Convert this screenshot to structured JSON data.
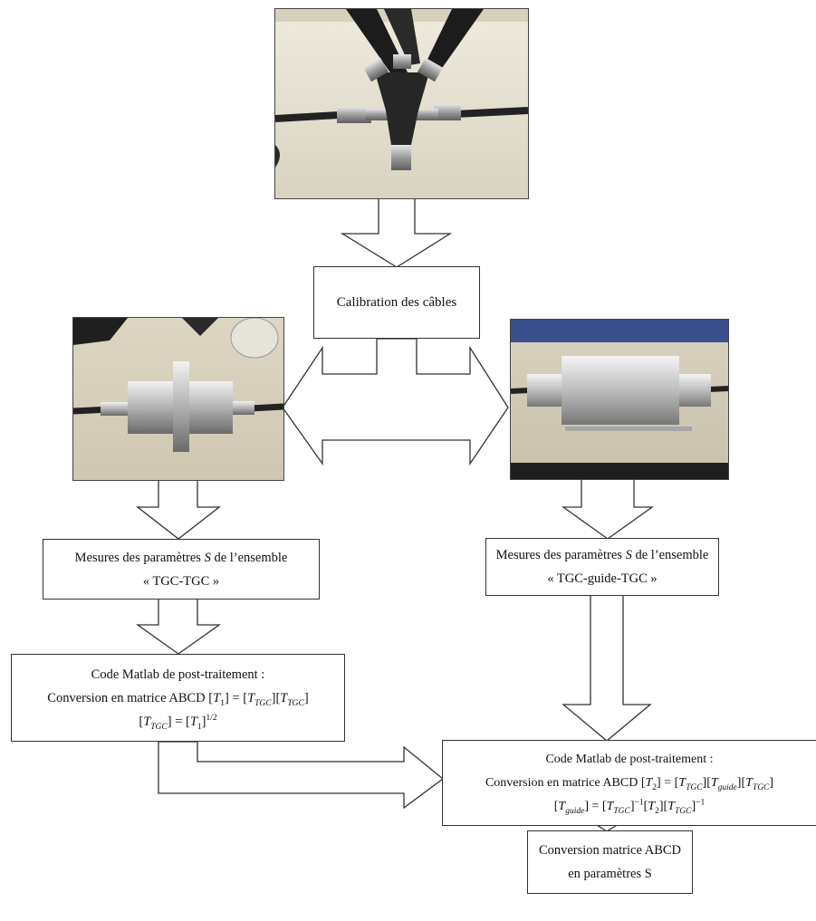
{
  "photos": {
    "calibration_kit": "calibration-kit-photo",
    "tgc_tgc_assembly": "tgc-tgc-assembly-photo",
    "tgc_guide_tgc_assembly": "tgc-guide-tgc-assembly-photo"
  },
  "calibration": {
    "label": "Calibration des câbles"
  },
  "measure_left": {
    "line1_pre": "Mesures des paramètres ",
    "line1_sym": "S",
    "line1_post": " de l’ensemble",
    "line2": "« TGC-TGC »"
  },
  "measure_right": {
    "line1_pre": "Mesures des paramètres ",
    "line1_sym": "S",
    "line1_post": " de l’ensemble",
    "line2": "« TGC-guide-TGC »"
  },
  "post_left": {
    "title": "Code Matlab de post-traitement :",
    "conv_text": "Conversion en matrice ABCD ",
    "sub_1": "1",
    "sub_tgc": "TGC",
    "sup_half": "1/2"
  },
  "post_right": {
    "title": "Code Matlab de post-traitement :",
    "conv_text": "Conversion en matrice ABCD ",
    "sub_2": "2",
    "sub_tgc": "TGC",
    "sub_guide": "guide",
    "sup_inv": "−1"
  },
  "final": {
    "line1": "Conversion matrice ABCD",
    "line2": "en paramètres S"
  }
}
